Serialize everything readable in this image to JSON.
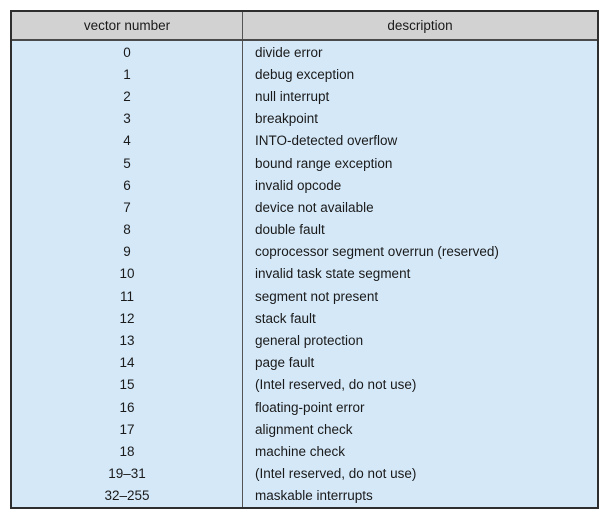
{
  "table": {
    "headers": {
      "vector": "vector number",
      "description": "description"
    },
    "rows": [
      {
        "vector": "0",
        "description": "divide error"
      },
      {
        "vector": "1",
        "description": "debug exception"
      },
      {
        "vector": "2",
        "description": "null interrupt"
      },
      {
        "vector": "3",
        "description": "breakpoint"
      },
      {
        "vector": "4",
        "description": "INTO-detected overflow"
      },
      {
        "vector": "5",
        "description": "bound range exception"
      },
      {
        "vector": "6",
        "description": "invalid opcode"
      },
      {
        "vector": "7",
        "description": "device not available"
      },
      {
        "vector": "8",
        "description": "double fault"
      },
      {
        "vector": "9",
        "description": "coprocessor segment overrun (reserved)"
      },
      {
        "vector": "10",
        "description": "invalid task state segment"
      },
      {
        "vector": "11",
        "description": "segment not present"
      },
      {
        "vector": "12",
        "description": "stack fault"
      },
      {
        "vector": "13",
        "description": "general protection"
      },
      {
        "vector": "14",
        "description": "page fault"
      },
      {
        "vector": "15",
        "description": "(Intel reserved, do not use)"
      },
      {
        "vector": "16",
        "description": "floating-point error"
      },
      {
        "vector": "17",
        "description": "alignment check"
      },
      {
        "vector": "18",
        "description": "machine check"
      },
      {
        "vector": "19–31",
        "description": "(Intel reserved, do not use)"
      },
      {
        "vector": "32–255",
        "description": "maskable interrupts"
      }
    ]
  },
  "colors": {
    "header_bg": "#d2d2d2",
    "body_bg": "#d4e8f8",
    "outer_border": "#2e2e2e",
    "column_divider": "#555555",
    "text": "#1a1a1a"
  }
}
